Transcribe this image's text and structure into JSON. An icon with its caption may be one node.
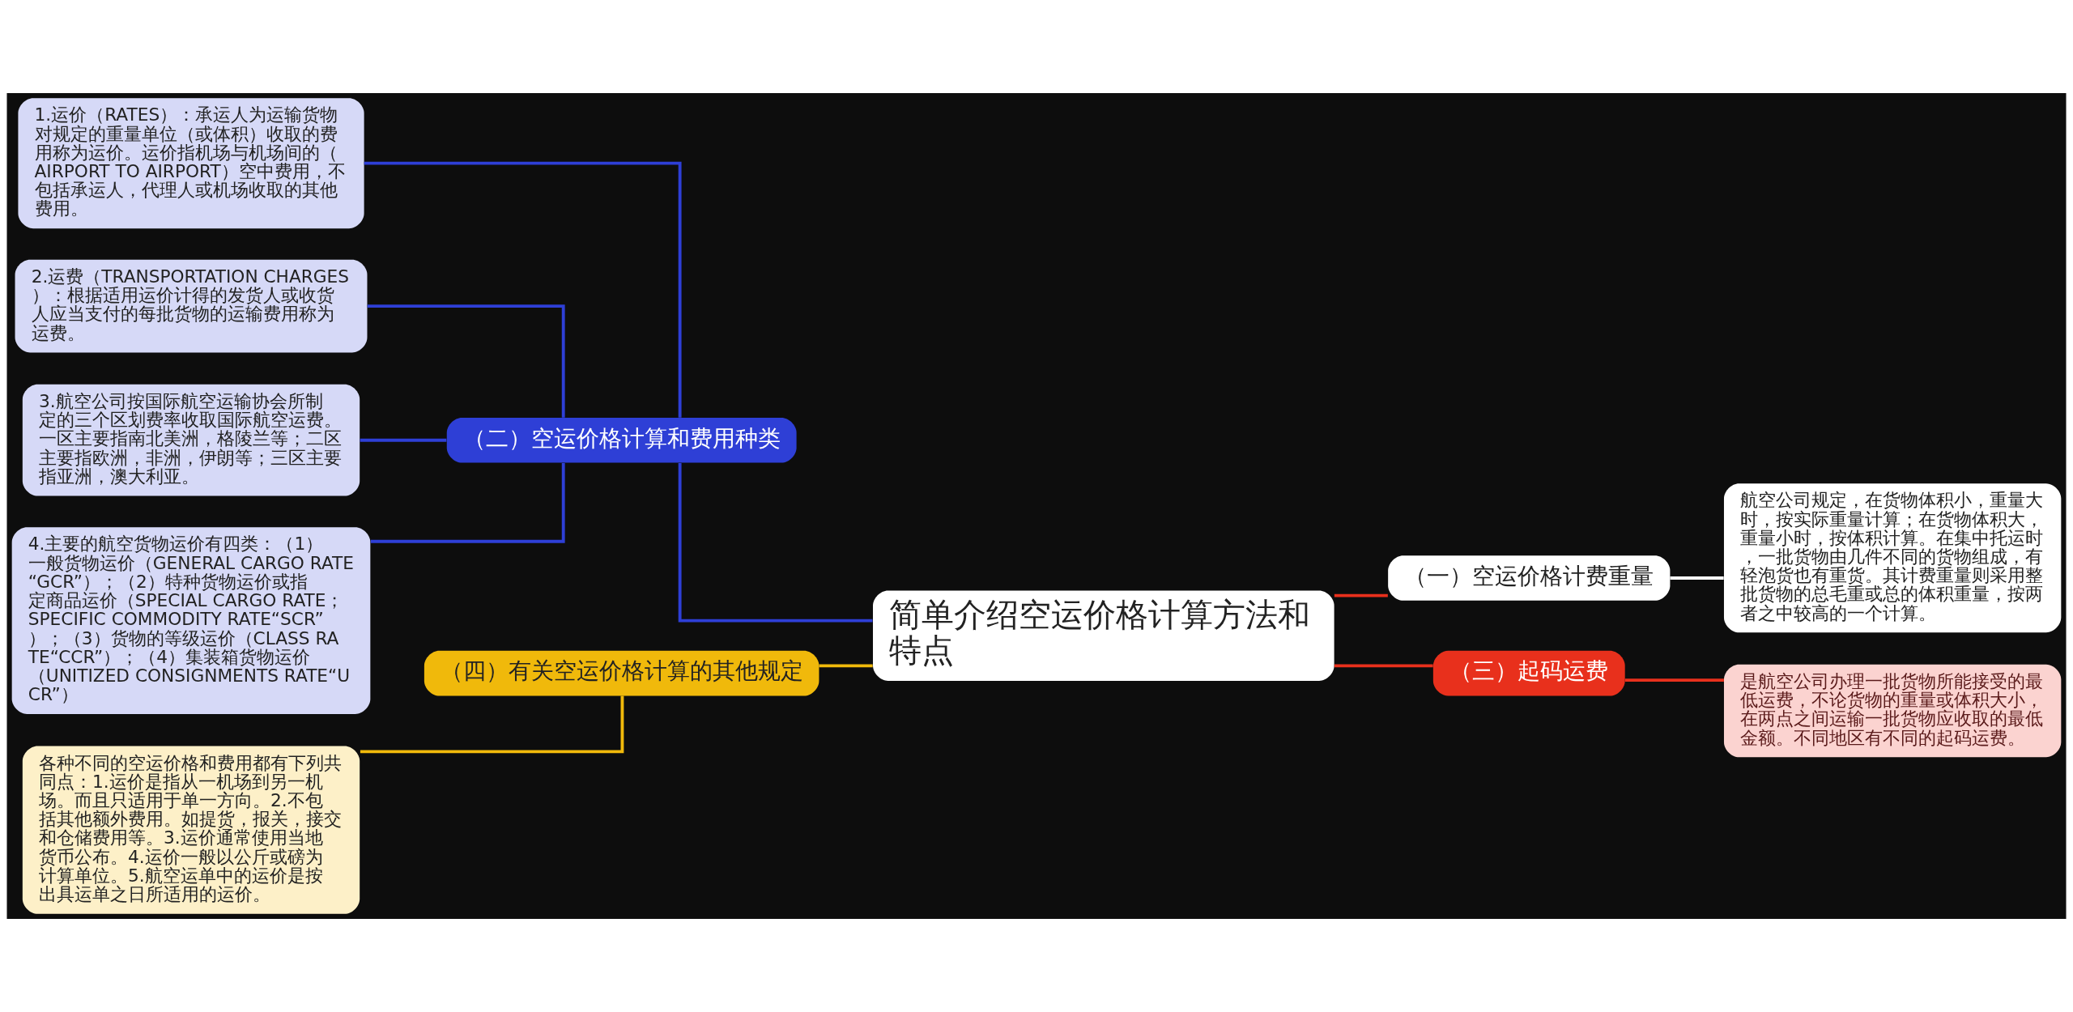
{
  "diagram": {
    "nodes": [
      {
        "text": [
          "简单介绍空运价格计算方法和特点"
        ]
      },
      {
        "text": [
          "（二）空运价格计算和费用种类"
        ]
      },
      {
        "text": [
          "1.运价（RATES）：承运人为运输货物对规定的重量单位（或体积）收取的费用称为运价。运价指机场与机场间的（AIRPORT TO AIRPORT）空中费用，不包括承运人，代理人或机场收取的其他费用。"
        ]
      },
      {
        "text": [
          "2.运费（TRANSPORTATION CHARGES）：根据适用运价计得的发货人或收货人应当支付的每批货物的运输费用称为运费。"
        ]
      },
      {
        "text": [
          "3.航空公司按国际航空运输协会所制定的三个区划费率收取国际航空运费。一区主要指南北美洲，格陵兰等；二区主要指欧洲，非洲，伊朗等；三区主要指亚洲，澳大利亚。"
        ]
      },
      {
        "text": [
          "4.主要的航空货物运价有四类：（1）一般货物运价（GENERAL CARGO RATE“GCR”）；（2）特种货物运价或指定商品运价（SPECIAL CARGO RATE；SPECIFIC COMMODITY RATE“SCR”）；（3）货物的等级运价（CLASS RATE“CCR”）；（4）集装箱货物运价（UNITIZED CONSIGNMENTS RATE“UCR”）"
        ]
      },
      {
        "text": [
          "（四）有关空运价格计算的其他规定"
        ]
      },
      {
        "text": [
          "各种不同的空运价格和费用都有下列共同点：1.运价是指从一机场到另一机场。而且只适用于单一方向。2.不包括其他额外费用。如提货，报关，接交和仓储费用等。3.运价通常使用当地货币公布。4.运价一般以公斤或磅为计算单位。5.航空运单中的运价是按出具运单之日所适用的运价。"
        ]
      },
      {
        "text": [
          "（一）空运价格计费重量"
        ]
      },
      {
        "text": [
          "航空公司规定，在货物体积小，重量大时，按实际重量计算；在货物体积大，重量小时，按体积计算。在集中托运时，一批货物由几件不同的货物组成，有轻泡货也有重货。其计费重量则采用整批货物的总毛重或总的体积重量，按两者之中较高的一个计算。"
        ]
      },
      {
        "text": [
          "（三）起码运费"
        ]
      },
      {
        "text": [
          "是航空公司办理一批货物所能接受的最低运费，不论货物的重量或体积大小，在两点之间运输一批货物应收取的最低金额。不同地区有不同的起码运费。"
        ]
      }
    ],
    "edges": [
      {
        "from": 1,
        "to": 0,
        "arrow": "none",
        "color": "#2e3fd6"
      },
      {
        "from": 2,
        "to": 1,
        "arrow": "none",
        "color": "#2e3fd6"
      },
      {
        "from": 3,
        "to": 1,
        "arrow": "none",
        "color": "#2e3fd6"
      },
      {
        "from": 4,
        "to": 1,
        "arrow": "none",
        "color": "#2e3fd6"
      },
      {
        "from": 5,
        "to": 1,
        "arrow": "none",
        "color": "#2e3fd6"
      },
      {
        "from": 6,
        "to": 0,
        "arrow": "none",
        "color": "#f0b90b"
      },
      {
        "from": 7,
        "to": 6,
        "arrow": "none",
        "color": "#f0b90b"
      },
      {
        "from": 0,
        "to": 8,
        "arrow": "none",
        "color": "#e8301c"
      },
      {
        "from": 8,
        "to": 9,
        "arrow": "none",
        "color": "#ffffff"
      },
      {
        "from": 0,
        "to": 10,
        "arrow": "none",
        "color": "#e8301c"
      },
      {
        "from": 10,
        "to": 11,
        "arrow": "none",
        "color": "#e8301c"
      }
    ]
  }
}
